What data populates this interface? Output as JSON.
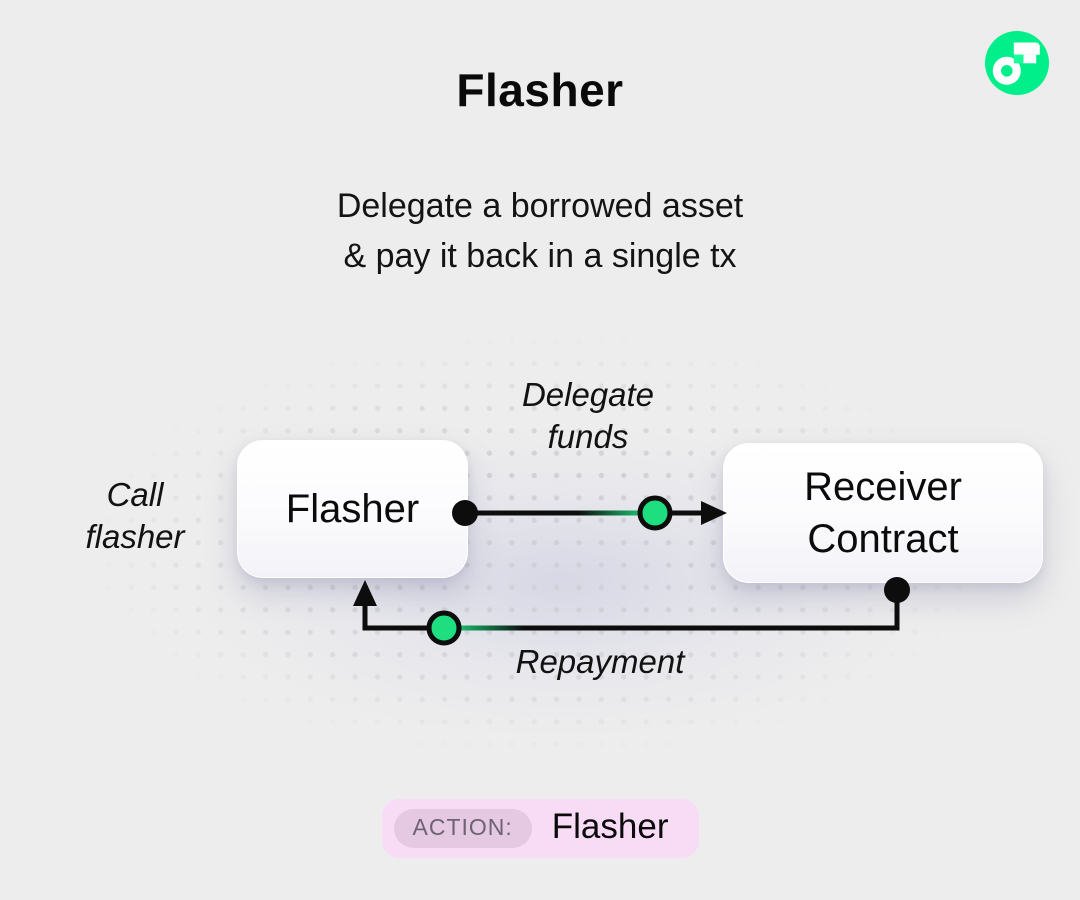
{
  "header": {
    "title": "Flasher",
    "subtitle": "Delegate a borrowed asset\n& pay it back in a single tx"
  },
  "logo": {
    "name": "flow-logo",
    "circle_color": "#00EF8B",
    "notch_color": "#16FF99"
  },
  "diagram": {
    "nodes": [
      {
        "id": "flasher",
        "label": "Flasher"
      },
      {
        "id": "receiver",
        "label": "Receiver\nContract"
      }
    ],
    "edges": [
      {
        "id": "delegate",
        "label": "Delegate\nfunds",
        "from": "flasher",
        "to": "receiver",
        "direction": "right"
      },
      {
        "id": "repayment",
        "label": "Repayment",
        "from": "receiver",
        "to": "flasher",
        "direction": "left"
      }
    ],
    "side_label": "Call\nflasher",
    "token_color": "#1EDE80",
    "line_color": "#0d0d0d"
  },
  "footer": {
    "action_label": "ACTION:",
    "action_value": "Flasher"
  }
}
